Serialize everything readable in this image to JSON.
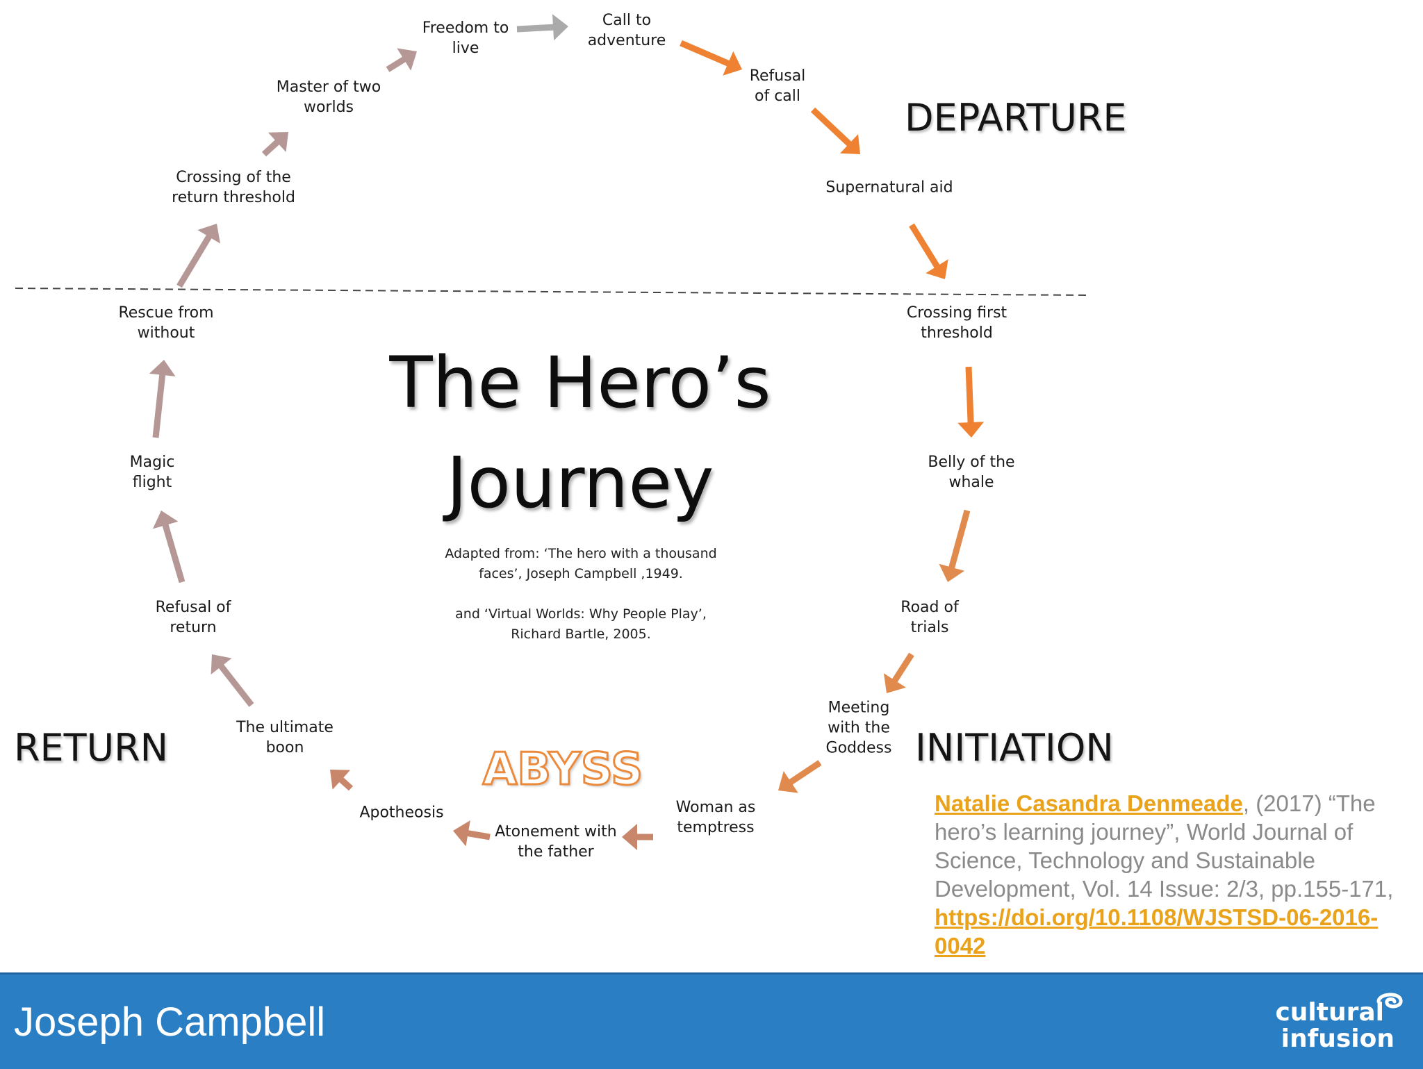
{
  "diagram": {
    "title": "The Hero’s\nJourney",
    "adapted_from": "Adapted from: ‘The hero with a thousand\nfaces’, Joseph Campbell ,1949.",
    "adapted_and": "and ‘Virtual Worlds: Why People Play’,\nRichard Bartle, 2005.",
    "phases": {
      "departure": "DEPARTURE",
      "initiation": "INITIATION",
      "return": "RETURN",
      "abyss": "ABYSS"
    },
    "stages": [
      "Call to\nadventure",
      "Refusal\nof call",
      "Supernatural aid",
      "Crossing first\nthreshold",
      "Belly of the\nwhale",
      "Road of\ntrials",
      "Meeting\nwith the\nGoddess",
      "Woman as\ntemptress",
      "Atonement with\nthe father",
      "Apotheosis",
      "The ultimate\nboon",
      "Refusal of\nreturn",
      "Magic\nflight",
      "Rescue from\nwithout",
      "Crossing of the\nreturn threshold",
      "Master of two\nworlds",
      "Freedom to\nlive"
    ],
    "colors": {
      "departure_arrow": "#ee8232",
      "initiation_arrow": "#e08a4e",
      "abyss_arrow": "#c8866a",
      "return_arrow": "#b59896",
      "top_arrow": "#aaaaaa"
    }
  },
  "citation": {
    "author": "Natalie Casandra Denmeade",
    "text": ", (2017) “The hero’s learning journey”, World  Journal of Science, Technology and Sustainable Development, Vol. 14 Issue: 2/3, pp.155-171, ",
    "doi": "https://doi.org/10.1108/WJSTSD-06-2016-0042"
  },
  "footer": {
    "title": "Joseph Campbell",
    "logo_line1": "cultural",
    "logo_line2": "infusion"
  }
}
